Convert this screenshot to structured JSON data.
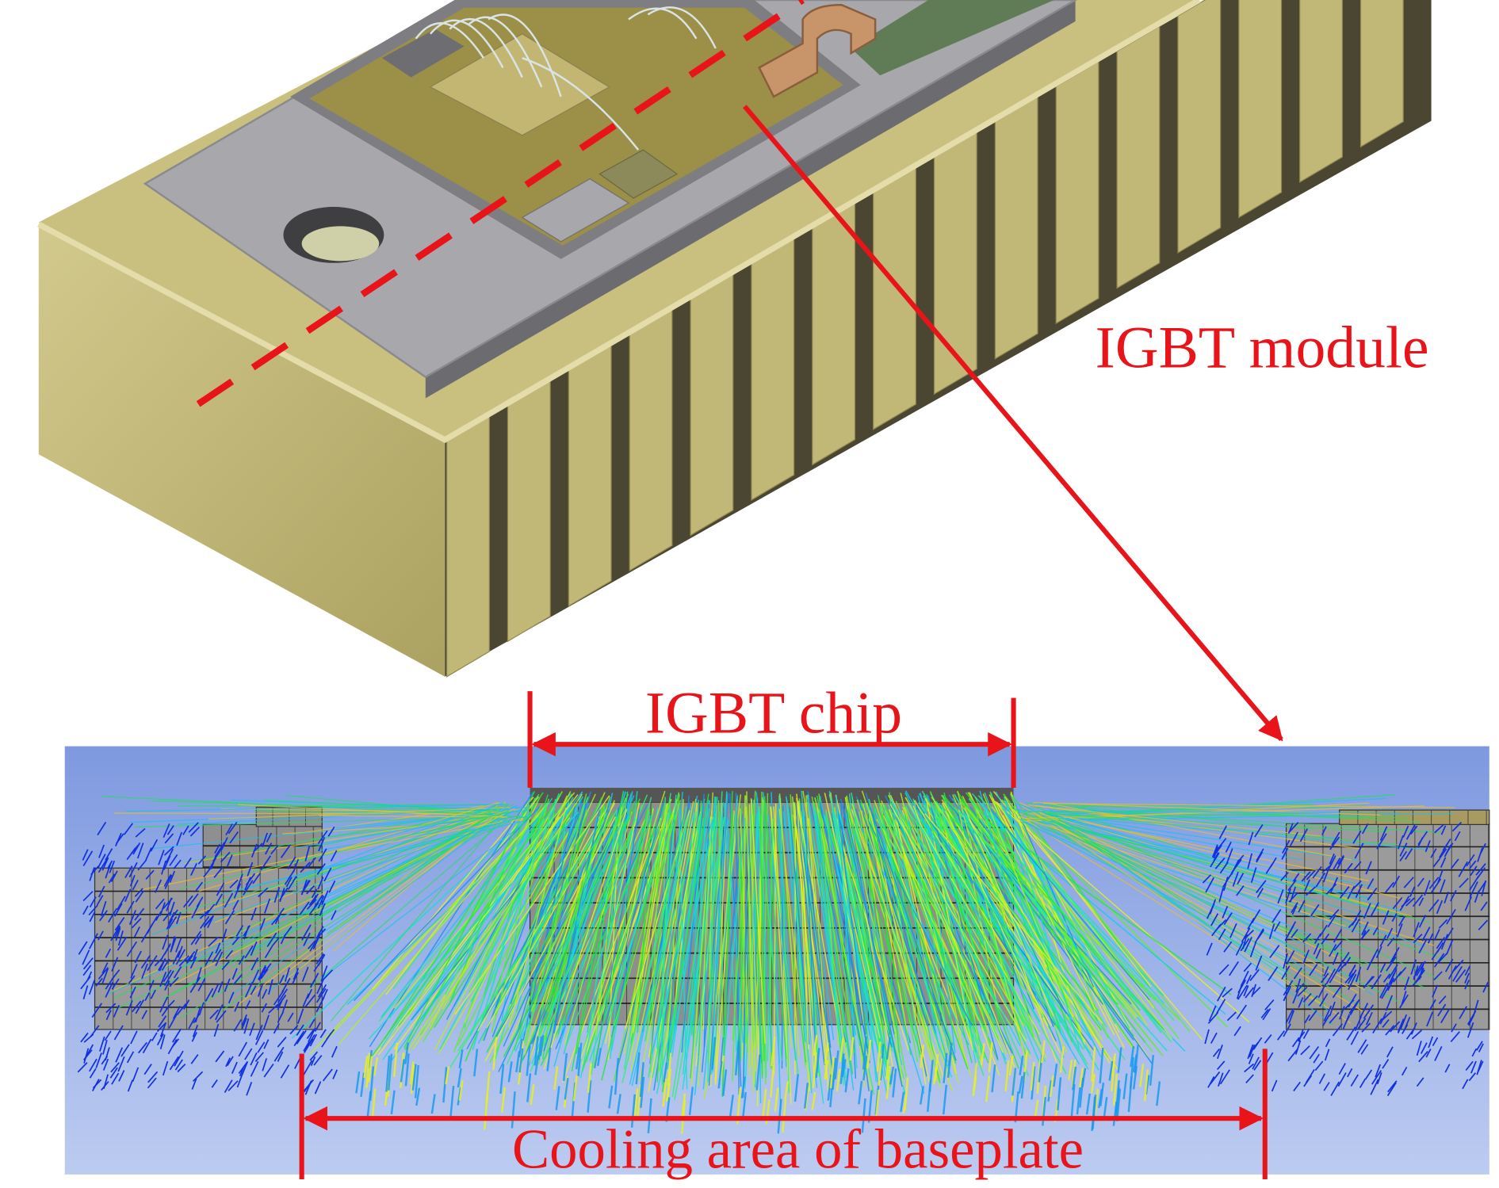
{
  "labels": {
    "module": "IGBT module",
    "chip": "IGBT chip",
    "cooling": "Cooling area of baseplate"
  },
  "colors": {
    "annotation": "#e8141a",
    "heatsink_top": "#c9c07f",
    "heatsink_front": "#bdb36f",
    "fin_shadow": "#4b4631",
    "baseplate": "#a8a8ac",
    "substrate": "#9c8f48",
    "sim_bg_top": "#7e99df",
    "sim_bg_bottom": "#bccbf0",
    "mesh": "#9b9b9b"
  }
}
